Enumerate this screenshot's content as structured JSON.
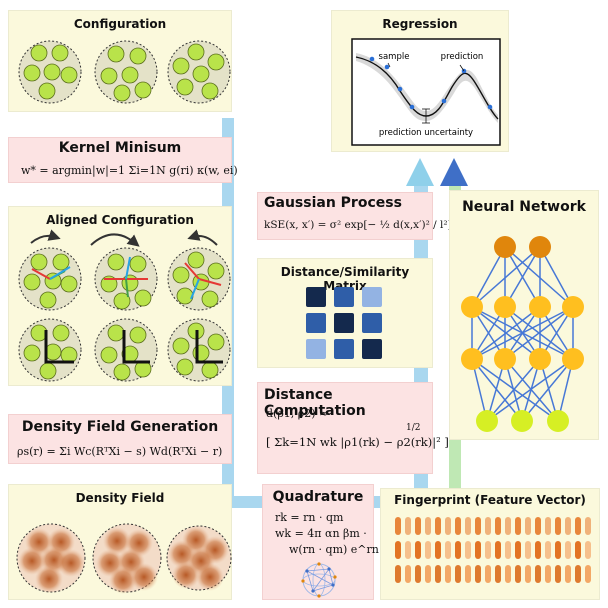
{
  "panels": {
    "configuration": {
      "title": "Configuration"
    },
    "kernel_minisum": {
      "title": "Kernel Minisum",
      "formula": "w* = argmin|w|=1 Σi=1N g(ri) κ(w, ei)"
    },
    "aligned_configuration": {
      "title": "Aligned Configuration"
    },
    "density_field_generation": {
      "title": "Density Field Generation",
      "formula": "ρs(r) = Σi Wc(RᵀXi − s) Wd(RᵀXi − r)"
    },
    "density_field": {
      "title": "Density Field"
    },
    "regression": {
      "title": "Regression",
      "labels": {
        "sample": "sample",
        "prediction": "prediction",
        "uncertainty": "prediction uncertainty"
      }
    },
    "gaussian_process": {
      "title": "Gaussian Process",
      "formula": "kSE(x, x′) = σ² exp[− ½ d(x,x′)² / l²]"
    },
    "distance_matrix": {
      "title": "Distance/Similarity Matrix"
    },
    "distance_computation": {
      "title": "Distance Computation",
      "formula_head": "d(ρ1, ρ2) ≈",
      "formula_body": "[ Σk=1N wk |ρ1(rk) − ρ2(rk)|² ]",
      "formula_exp": "1/2"
    },
    "quadrature": {
      "title": "Quadrature",
      "line1": "rk = rn · qm",
      "line2": "wk = 4π αn βm ·",
      "line3": "w(rn · qm) e^rn"
    },
    "neural_network": {
      "title": "Neural Network"
    },
    "fingerprint": {
      "title": "Fingerprint (Feature Vector)"
    }
  },
  "colors": {
    "panel_yellow": "#fbf9dc",
    "panel_pink": "#fce3e3",
    "flow_blue": "#a9d7ef",
    "flow_green": "#bfe8b4",
    "arrow_light_blue": "#8fd0ea",
    "arrow_dark_blue": "#3f6fc7",
    "atom_green": "#b9e34a",
    "nn_orange": "#e0860c",
    "nn_yellow": "#ffbf1f",
    "nn_lime": "#d6ef24",
    "matrix_dark": "#14294d",
    "matrix_mid": "#2f5ea8",
    "matrix_light": "#93b3e3",
    "density_brown": "#b4521d"
  },
  "matrix": [
    [
      "dark",
      "mid",
      "light"
    ],
    [
      "mid",
      "dark",
      "mid"
    ],
    [
      "light",
      "mid",
      "dark"
    ]
  ]
}
